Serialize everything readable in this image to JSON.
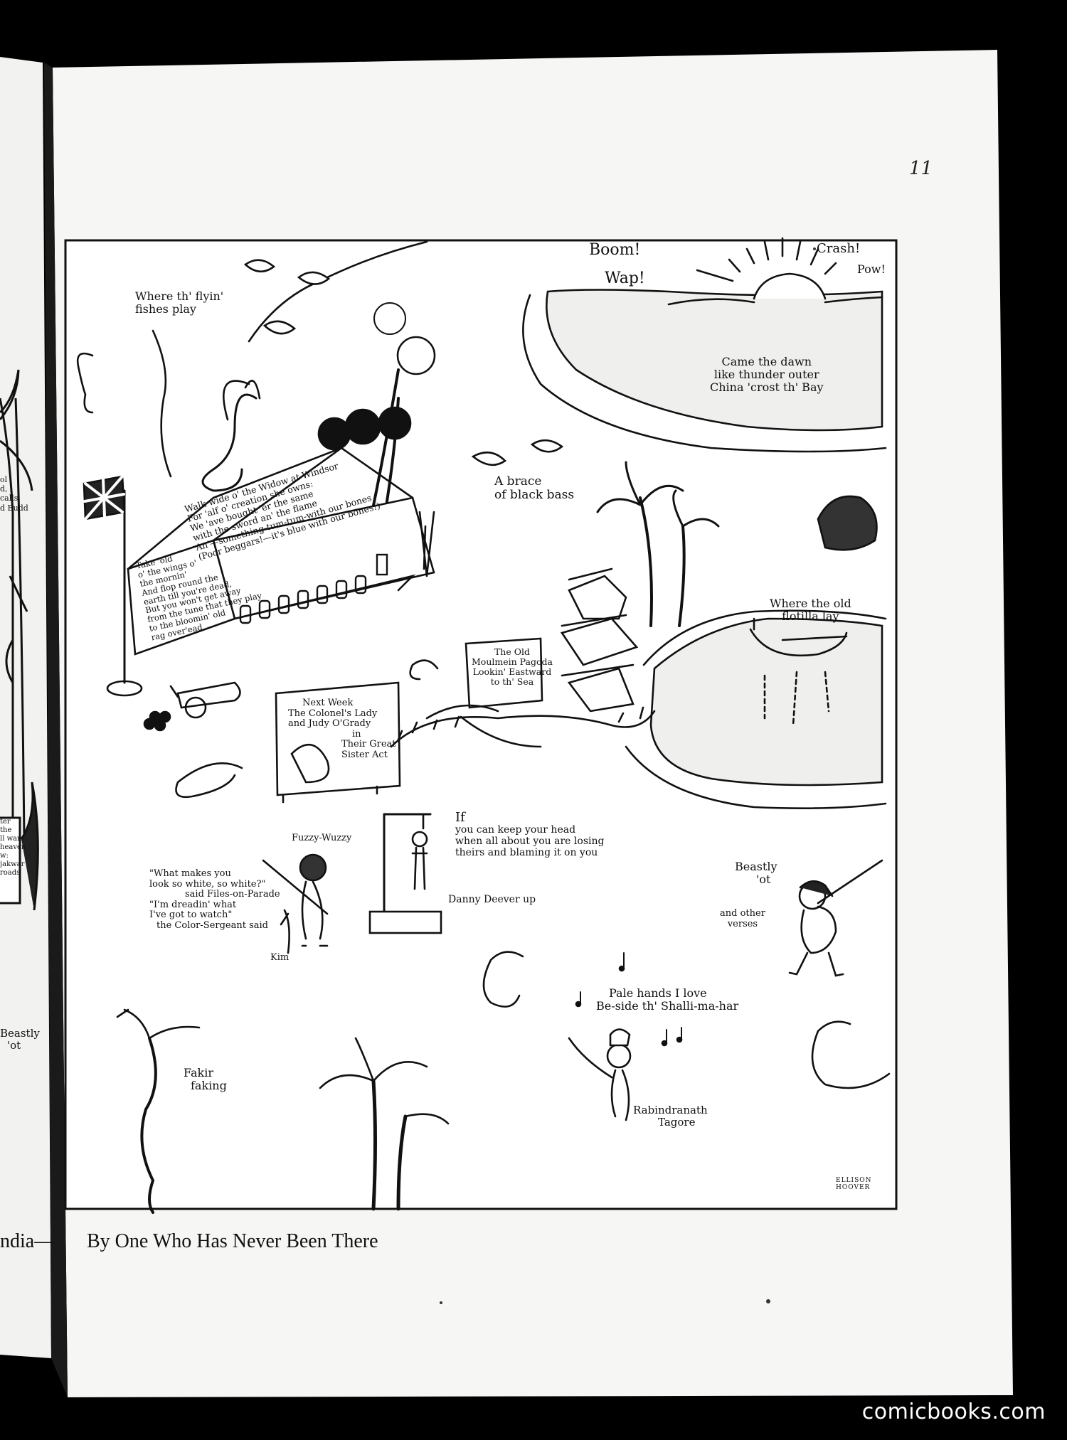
{
  "page_number": "11",
  "caption": "By One Who Has Never Been There",
  "left_page": {
    "caption_fragment": "ndia—",
    "fragments": [
      "ol",
      "d,",
      "calls",
      "d Budd",
      "ter",
      "the",
      "ll want",
      "heaven",
      "w:",
      "jakwar",
      "roads",
      "Beastly",
      "'ot"
    ]
  },
  "labels": {
    "flying_fishes": [
      "Where th' flyin'",
      "fishes play"
    ],
    "boom": "Boom!",
    "wap": "Wap!",
    "crash": "Crash!",
    "pow": "Pow!",
    "dawn": [
      "Came the dawn",
      "like thunder outer",
      "China 'crost th' Bay"
    ],
    "black_bass": [
      "A brace",
      "of black bass"
    ],
    "widow_sign": [
      "Walk wide o' the Widow at Windsor",
      "For 'alf o' creation she owns:",
      "We 'ave bought 'er the same",
      "with the sword an' the flame",
      "An'—something-tum-tum-with our bones",
      "(Poor beggars!—it's blue with our bones!)"
    ],
    "wings_of_morning": [
      "Take 'old",
      "o' the wings o'",
      "the mornin'",
      "And flop round the",
      "earth till you're dead,",
      "But you won't get away",
      "from the tune that they play",
      "to the bloomin' old",
      "rag over'ead"
    ],
    "flotilla": [
      "Where the old",
      "flotilla lay"
    ],
    "pagoda": [
      "The Old",
      "Moulmein Pagoda",
      "Lookin' Eastward",
      "to th' Sea"
    ],
    "next_week": [
      "Next Week",
      "The Colonel's Lady",
      "and Judy O'Grady",
      "in",
      "Their Great",
      "Sister Act"
    ],
    "fuzzy_wuzzy": "Fuzzy-Wuzzy",
    "if_quote": [
      "If",
      "you can keep your head",
      "when all about you are losing",
      "theirs and blaming it on you"
    ],
    "danny_deever": "Danny Deever up",
    "files_on_parade": [
      "\"What makes you",
      "look so white, so white?\"",
      "said Files-on-Parade",
      "\"I'm dreadin' what",
      "I've got to watch\"",
      "the Color-Sergeant said"
    ],
    "kim": "Kim",
    "beastly_ot": [
      "Beastly",
      "'ot"
    ],
    "other_verses": [
      "and other",
      "verses"
    ],
    "pale_hands": [
      "Pale hands I love",
      "Be-side th' Shalli-ma-har"
    ],
    "fakir": [
      "Fakir",
      "faking"
    ],
    "tagore": [
      "Rabindranath",
      "Tagore"
    ],
    "signature": [
      "ELLISON",
      "HOOVER"
    ]
  },
  "watermark": "comicbooks.com"
}
